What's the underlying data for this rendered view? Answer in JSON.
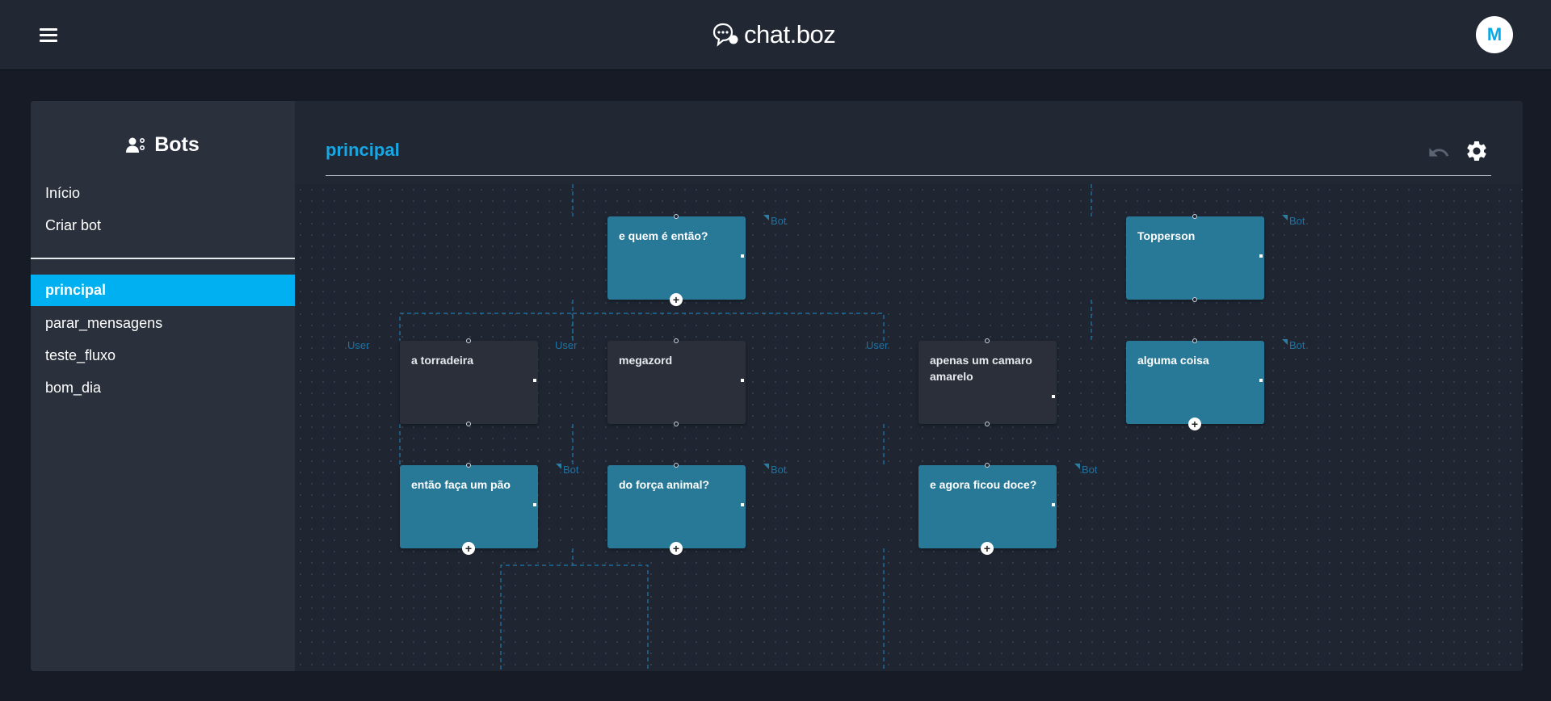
{
  "app": {
    "brand": "chat.boz",
    "avatar_initial": "M",
    "accent_color": "#00b0f0",
    "node_bot_color": "#287897",
    "node_user_color": "#2a2f39"
  },
  "topbar": {
    "menu_icon": "hamburger-menu-icon",
    "logo_icon": "chat-bubble-logo-icon"
  },
  "sidebar": {
    "title": "Bots",
    "title_icon": "bots-users-icon",
    "links": [
      {
        "label": "Início"
      },
      {
        "label": "Criar bot"
      }
    ],
    "items": [
      {
        "label": "principal",
        "active": true
      },
      {
        "label": "parar_mensagens",
        "active": false
      },
      {
        "label": "teste_fluxo",
        "active": false
      },
      {
        "label": "bom_dia",
        "active": false
      }
    ]
  },
  "main": {
    "title": "principal",
    "undo_icon": "undo-icon",
    "settings_icon": "gear-icon"
  },
  "flow": {
    "nodes": [
      {
        "id": "n1",
        "type": "Bot",
        "text": "e quem é então?"
      },
      {
        "id": "n2",
        "type": "Bot",
        "text": "Topperson"
      },
      {
        "id": "n3",
        "type": "User",
        "text": "a torradeira"
      },
      {
        "id": "n4",
        "type": "User",
        "text": "megazord"
      },
      {
        "id": "n5",
        "type": "User",
        "text": "apenas um camaro amarelo"
      },
      {
        "id": "n6",
        "type": "Bot",
        "text": "alguma coisa"
      },
      {
        "id": "n7",
        "type": "Bot",
        "text": "então faça um pão"
      },
      {
        "id": "n8",
        "type": "Bot",
        "text": "do força animal?"
      },
      {
        "id": "n9",
        "type": "Bot",
        "text": "e agora ficou doce?"
      }
    ]
  }
}
